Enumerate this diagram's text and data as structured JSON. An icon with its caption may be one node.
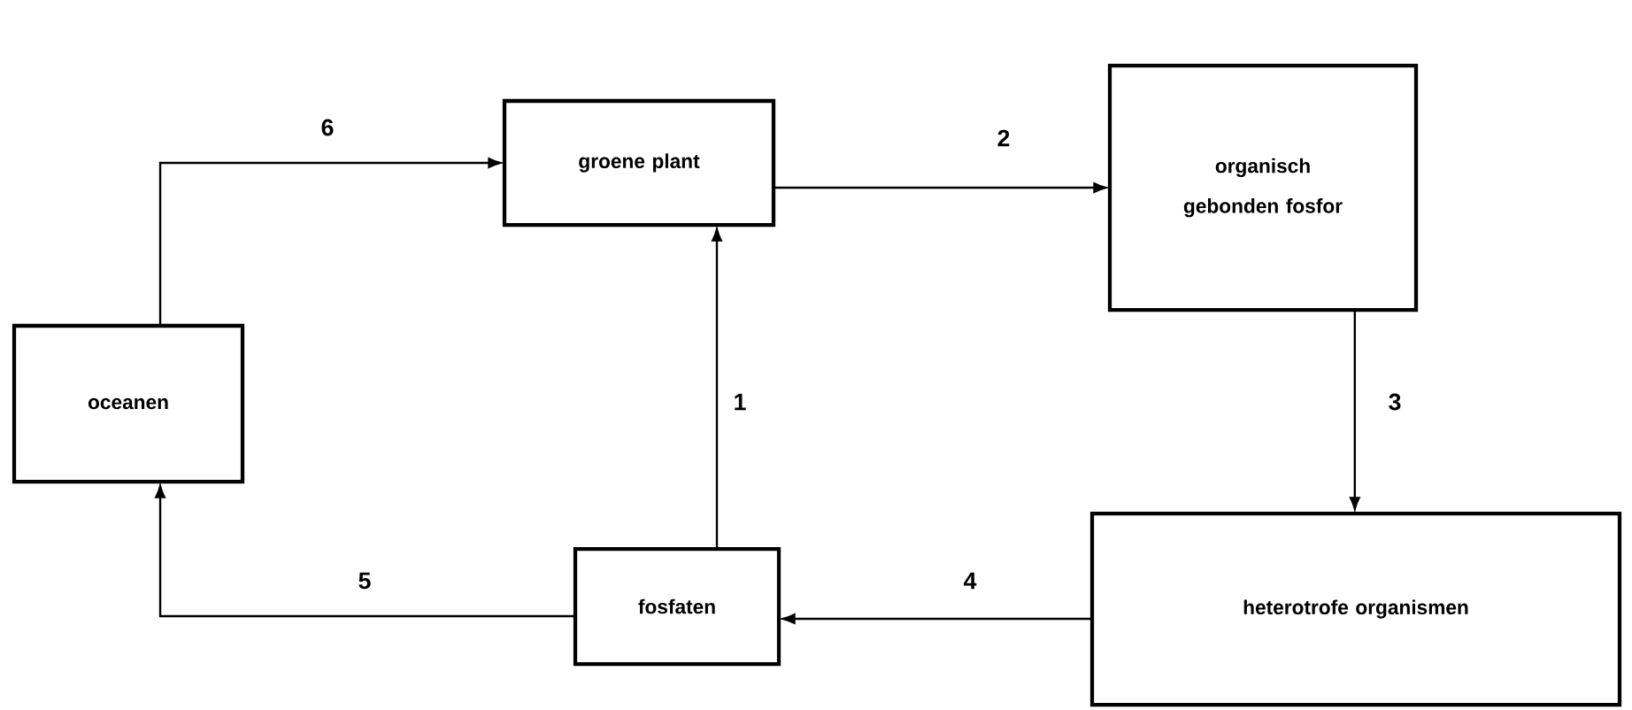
{
  "diagram": {
    "nodes": [
      {
        "text": [
          "groene plant"
        ]
      },
      {
        "text": [
          "organisch gebonden fosfor"
        ]
      },
      {
        "text": [
          "oceanen"
        ]
      },
      {
        "text": [
          "fosfaten"
        ]
      },
      {
        "text": [
          "heterotrofe organismen"
        ]
      }
    ],
    "edges": [
      {
        "from": 2,
        "to": 0,
        "arrow": "to",
        "label": "6"
      },
      {
        "from": 3,
        "to": 0,
        "arrow": "to",
        "label": "1"
      },
      {
        "from": 0,
        "to": 1,
        "arrow": "to",
        "label": "2"
      },
      {
        "from": 1,
        "to": 4,
        "arrow": "to",
        "label": "3"
      },
      {
        "from": 4,
        "to": 3,
        "arrow": "to",
        "label": "4"
      },
      {
        "from": 3,
        "to": 2,
        "arrow": "to",
        "label": "5"
      }
    ]
  }
}
